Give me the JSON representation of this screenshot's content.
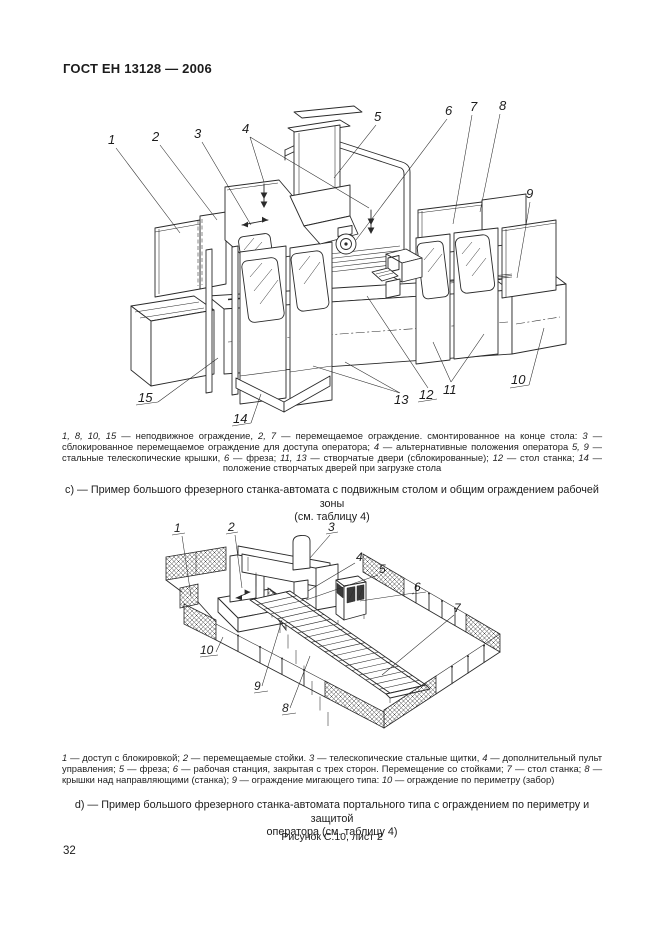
{
  "page": {
    "header": "ГОСТ ЕН 13128 — 2006",
    "page_number": "32",
    "figure_label": "Рисунок С.10, лист 2",
    "ink_color": "#2a2a2a",
    "paper_color": "#ffffff"
  },
  "figure_c": {
    "caption_line1": "c) — Пример большого фрезерного станка-автомата с подвижным столом и общим ограждением рабочей зоны",
    "caption_line2": "(см. таблицу 4)",
    "legend": [
      {
        "n": "1, 8, 10, 15",
        "t": "— неподвижное ограждение,"
      },
      {
        "n": "2, 7",
        "t": "— перемещаемое ограждение. смонтированное на конце стола:"
      },
      {
        "n": "3",
        "t": "— сблокированное перемещаемое ограждение для доступа оператора;"
      },
      {
        "n": "4",
        "t": "— альтернативные положения оператора"
      },
      {
        "n": "5, 9",
        "t": "— стальные телескопические крышки,"
      },
      {
        "n": "6",
        "t": "— фреза;"
      },
      {
        "n": "11, 13",
        "t": "— створчатые двери (сблокированные);"
      },
      {
        "n": "12",
        "t": "— стол станка;"
      },
      {
        "n": "14",
        "t": "— положение створчатых дверей при загрузке стола"
      }
    ],
    "callouts": [
      "1",
      "2",
      "3",
      "4",
      "5",
      "6",
      "7",
      "8",
      "9",
      "10",
      "11",
      "12",
      "13",
      "14",
      "15"
    ]
  },
  "figure_d": {
    "caption_line1": "d) — Пример большого фрезерного станка-автомата портального типа с ограждением по периметру и защитой",
    "caption_line2": "оператора (см. таблицу 4)",
    "legend": [
      {
        "n": "1",
        "t": "— доступ с блокировкой;"
      },
      {
        "n": "2",
        "t": "— перемещаемые стойки."
      },
      {
        "n": "3",
        "t": "— телескопические стальные щитки,"
      },
      {
        "n": "4",
        "t": "— дополнительный пульт управления;"
      },
      {
        "n": "5",
        "t": "— фреза;"
      },
      {
        "n": "6",
        "t": "— рабочая станция, закрытая с трех сторон. Перемещение со стойками;"
      },
      {
        "n": "7",
        "t": "— стол станка;"
      },
      {
        "n": "8",
        "t": "— крышки над направляющими (станка);"
      },
      {
        "n": "9",
        "t": "— ограждение мигающего типа:"
      },
      {
        "n": "10",
        "t": "— ограждение по периметру (забор)"
      }
    ],
    "callouts": [
      "1",
      "2",
      "3",
      "4",
      "5",
      "6",
      "7",
      "8",
      "9",
      "10"
    ]
  }
}
